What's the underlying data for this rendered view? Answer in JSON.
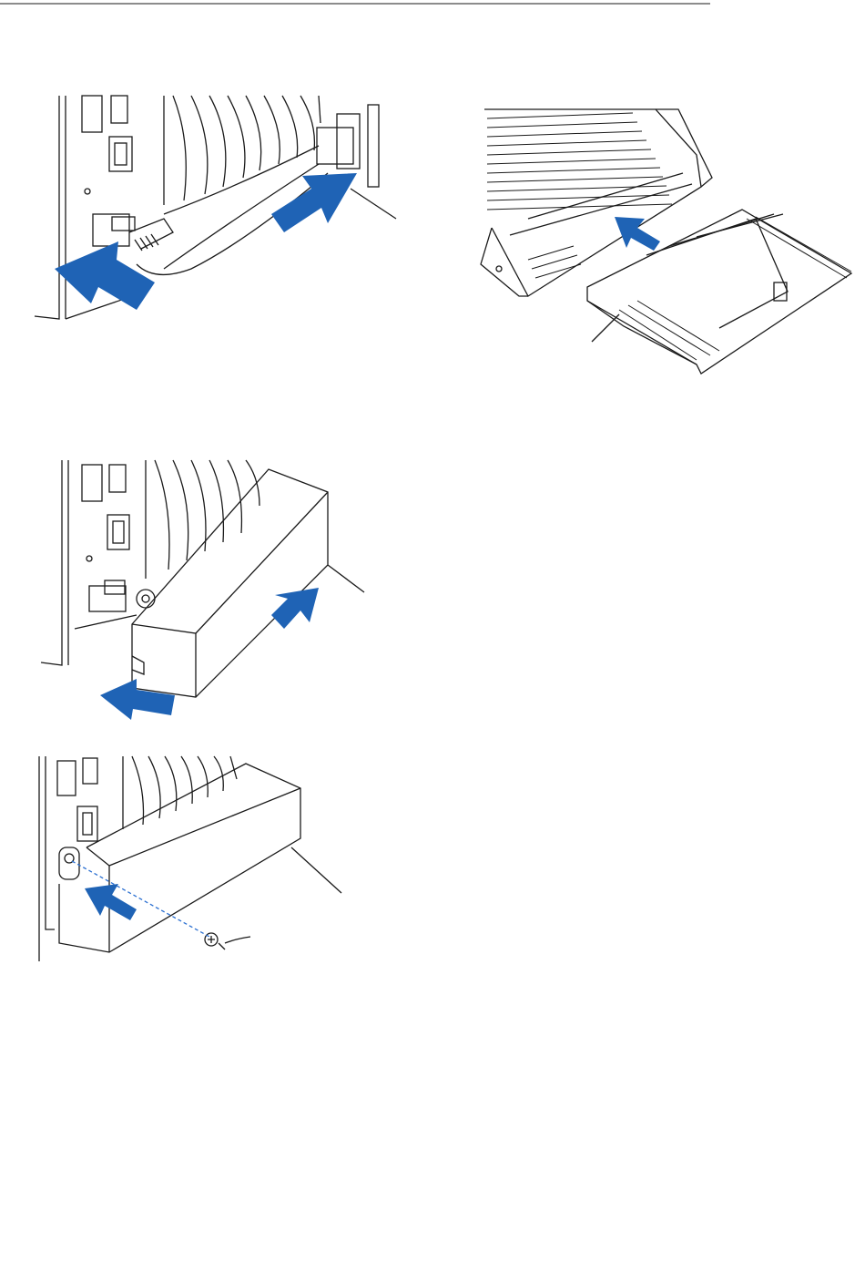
{
  "colors": {
    "line": "#1a1a1a",
    "arrow": "#1f63b5",
    "guide": "#2a6fd1",
    "background": "#ffffff"
  },
  "figures": [
    {
      "name": "connect-cable-step",
      "arrows": [
        "arrow-icon",
        "arrow-icon"
      ]
    },
    {
      "name": "insert-tray-step",
      "arrows": [
        "arrow-icon"
      ]
    },
    {
      "name": "attach-cover-step",
      "arrows": [
        "arrow-icon",
        "arrow-icon"
      ]
    },
    {
      "name": "fasten-screw-step",
      "arrows": [
        "arrow-icon"
      ]
    }
  ]
}
